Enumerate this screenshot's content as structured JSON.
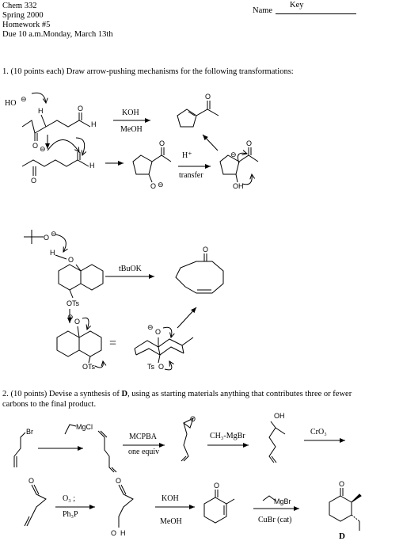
{
  "header": {
    "course": "Chem 332",
    "term": "Spring 2000",
    "assignment": "Homework #5",
    "due": "Due 10 a.m.Monday, March 13th",
    "name_label": "Name",
    "name_value": "Key"
  },
  "q1": {
    "prompt": "1. (10 points each) Draw arrow-pushing mechanisms for the following transformations:",
    "rxn_a": {
      "nucleophile": "HO",
      "charge": "⊖",
      "proton": "H",
      "oxygen": "O",
      "hydrogen": "H",
      "reagent_top": "KOH",
      "reagent_bottom": "MeOH",
      "step_top": "H⁺",
      "step_bottom": "transfer",
      "alkoxide": "O",
      "hydroxyl": "OH"
    },
    "rxn_b": {
      "base": "O",
      "proton": "H",
      "oxygen": "O",
      "leaving_group": "OTs",
      "leaving_group_2": "Ts",
      "reagent_top": "tBuOK",
      "equals": "="
    }
  },
  "q2": {
    "prompt_line1": "2. (10 points) Devise a synthesis of D, using as starting materials anything that contributes three or fewer",
    "prompt_line2": "carbons to the final product.",
    "bromide": "Br",
    "grignard": "MgCl",
    "step1_top": "MCPBA",
    "step1_bottom": "one equiv",
    "step2_reagent": "CH₃-MgBr",
    "alcohol": "OH",
    "step3_reagent": "CrO₃",
    "step4_top": "O₃ ;",
    "step4_bottom": "Ph₃P",
    "oxygen": "O",
    "hydrogen": "H",
    "step5_top": "KOH",
    "step5_bottom": "MeOH",
    "cuprate_reagent": "MgBr",
    "step6_bottom": "CuBr (cat)",
    "product_label": "D"
  }
}
